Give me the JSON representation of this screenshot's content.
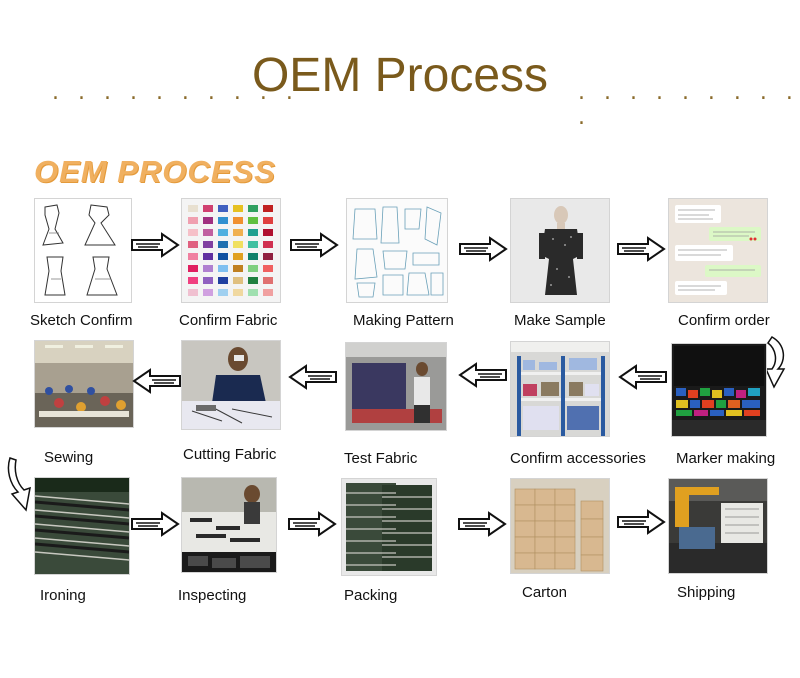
{
  "header": {
    "title": "OEM Process",
    "dots_left": ". . . . . . . . . .",
    "dots_right": ". . . . . . . . . ."
  },
  "banner": {
    "text": "OEM PROCESS"
  },
  "steps": [
    {
      "id": "sketch-confirm",
      "label": "Sketch Confirm"
    },
    {
      "id": "confirm-fabric",
      "label": "Confirm Fabric"
    },
    {
      "id": "making-pattern",
      "label": "Making Pattern"
    },
    {
      "id": "make-sample",
      "label": "Make Sample"
    },
    {
      "id": "confirm-order",
      "label": "Confirm order"
    },
    {
      "id": "marker-making",
      "label": "Marker making"
    },
    {
      "id": "confirm-accessories",
      "label": "Confirm accessories"
    },
    {
      "id": "test-fabric",
      "label": "Test Fabric"
    },
    {
      "id": "cutting-fabric",
      "label": "Cutting Fabric"
    },
    {
      "id": "sewing",
      "label": "Sewing"
    },
    {
      "id": "ironing",
      "label": "Ironing"
    },
    {
      "id": "inspecting",
      "label": "Inspecting"
    },
    {
      "id": "packing",
      "label": "Packing"
    },
    {
      "id": "carton",
      "label": "Carton"
    },
    {
      "id": "shipping",
      "label": "Shipping"
    }
  ],
  "colors": {
    "title": "#7a5a1c",
    "banner": "#f0b060",
    "arrow_fill": "#ffffff",
    "arrow_stroke": "#111111"
  }
}
